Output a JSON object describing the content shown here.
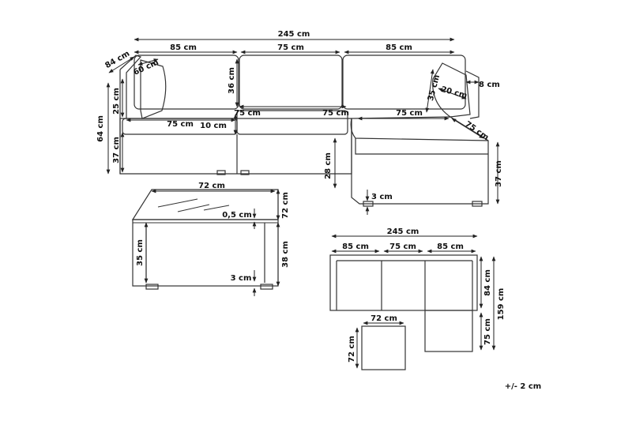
{
  "sofa_view": {
    "total_width": "245 cm",
    "left_arm_depth": "84 cm",
    "left_cushion_back": "60 cm",
    "left_section_width": "85 cm",
    "middle_section_width": "75 cm",
    "right_section_width": "85 cm",
    "back_cushion_height": "36 cm",
    "right_pillow_height": "35 cm",
    "right_pillow_depth": "20 cm",
    "right_arm_width": "8 cm",
    "arm_above_seat": "25 cm",
    "total_height": "64 cm",
    "seat_height": "37 cm",
    "left_seat_depth": "75 cm",
    "cushion_thickness": "10 cm",
    "middle_seat_left": "75 cm",
    "middle_seat_right": "75 cm",
    "chaise_width": "75 cm",
    "chaise_depth": "75 cm",
    "chaise_leg_to_seat": "28 cm",
    "chaise_height": "37 cm",
    "leg_height": "3 cm"
  },
  "table_view": {
    "width": "72 cm",
    "depth": "72 cm",
    "glass_thickness": "0,5 cm",
    "frame_height": "35 cm",
    "total_height": "38 cm",
    "leg_height": "3 cm"
  },
  "plan_view": {
    "total_width": "245 cm",
    "section_left": "85 cm",
    "section_middle": "75 cm",
    "section_right": "85 cm",
    "sofa_depth": "84 cm",
    "overall_depth": "159 cm",
    "chaise_extension": "75 cm",
    "table_width": "72 cm",
    "table_depth": "72 cm"
  },
  "tolerance": "+/- 2 cm"
}
